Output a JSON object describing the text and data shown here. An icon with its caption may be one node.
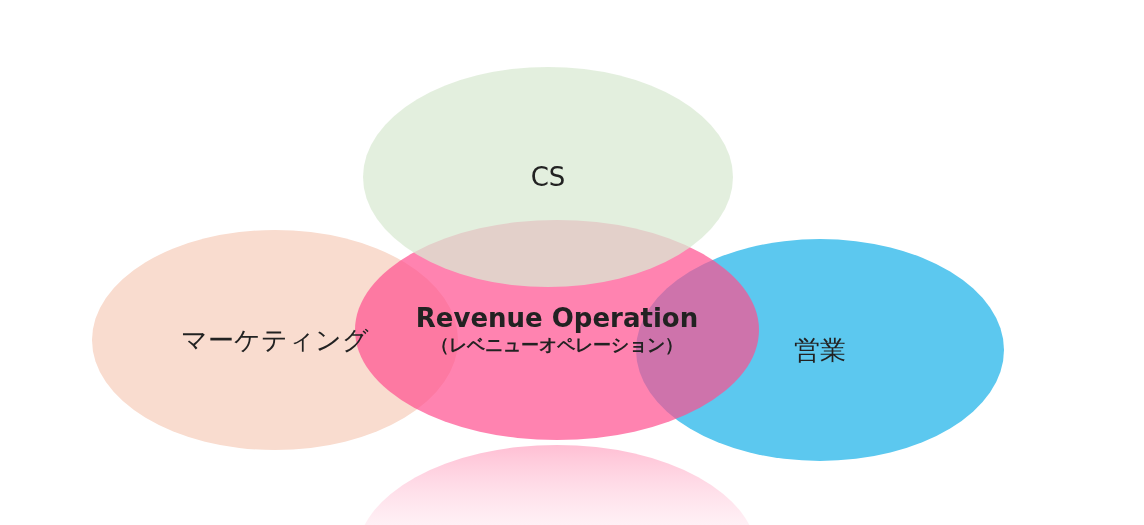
{
  "diagram": {
    "nodes": [
      {
        "text": [
          "CS"
        ]
      },
      {
        "text": [
          "マーケティング"
        ]
      },
      {
        "text": [
          "Revenue Operation",
          "（レベニューオペレーション）"
        ]
      },
      {
        "text": [
          "営業"
        ]
      }
    ]
  }
}
